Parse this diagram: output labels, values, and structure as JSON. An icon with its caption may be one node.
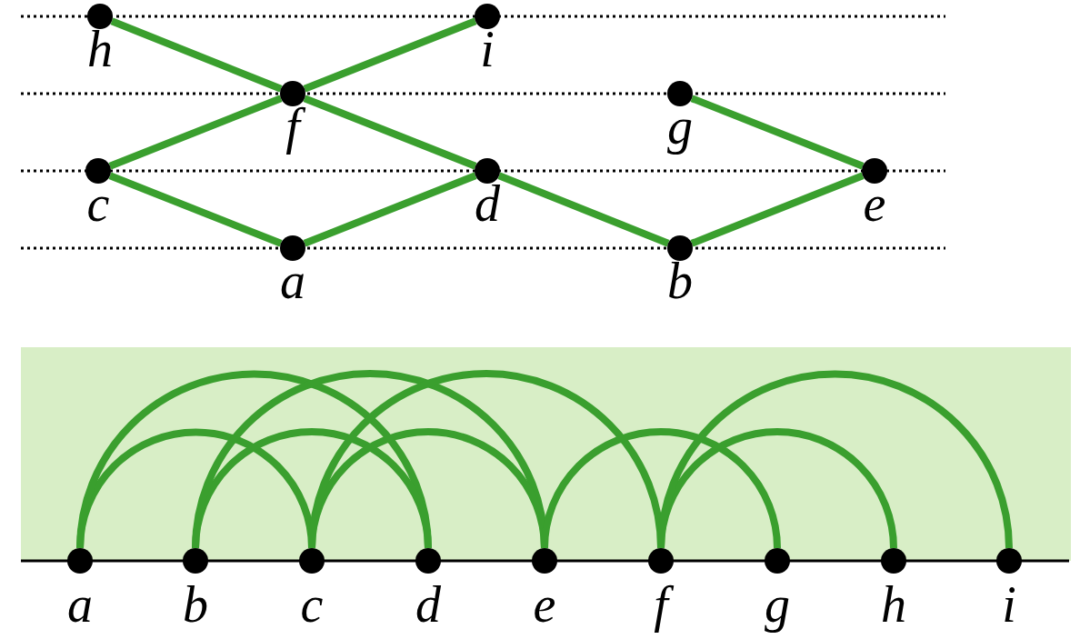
{
  "diagram": {
    "nodes": [
      {
        "text": [],
        "shape": "circle",
        "beside": [
          "h"
        ]
      },
      {
        "text": [],
        "shape": "circle",
        "beside": [
          "i"
        ]
      },
      {
        "text": [],
        "shape": "circle",
        "beside": [
          "f"
        ]
      },
      {
        "text": [],
        "shape": "circle",
        "beside": [
          "g"
        ]
      },
      {
        "text": [],
        "shape": "circle",
        "beside": [
          "c"
        ]
      },
      {
        "text": [],
        "shape": "circle",
        "beside": [
          "d"
        ]
      },
      {
        "text": [],
        "shape": "circle",
        "beside": [
          "e"
        ]
      },
      {
        "text": [],
        "shape": "circle",
        "beside": [
          "a"
        ]
      },
      {
        "text": [],
        "shape": "circle",
        "beside": [
          "b"
        ]
      },
      {
        "text": [],
        "shape": "circle",
        "beside": [
          "a"
        ]
      },
      {
        "text": [],
        "shape": "circle",
        "beside": [
          "b"
        ]
      },
      {
        "text": [],
        "shape": "circle",
        "beside": [
          "c"
        ]
      },
      {
        "text": [],
        "shape": "circle",
        "beside": [
          "d"
        ]
      },
      {
        "text": [],
        "shape": "circle",
        "beside": [
          "e"
        ]
      },
      {
        "text": [],
        "shape": "circle",
        "beside": [
          "f"
        ]
      },
      {
        "text": [],
        "shape": "circle",
        "beside": [
          "g"
        ]
      },
      {
        "text": [],
        "shape": "circle",
        "beside": [
          "h"
        ]
      },
      {
        "text": [],
        "shape": "circle",
        "beside": [
          "i"
        ]
      }
    ],
    "edges": [
      {
        "from": 0,
        "to": 2,
        "arrow": "none"
      },
      {
        "from": 2,
        "to": 1,
        "arrow": "none"
      },
      {
        "from": 4,
        "to": 2,
        "arrow": "none"
      },
      {
        "from": 2,
        "to": 5,
        "arrow": "none"
      },
      {
        "from": 4,
        "to": 7,
        "arrow": "none"
      },
      {
        "from": 7,
        "to": 5,
        "arrow": "none"
      },
      {
        "from": 5,
        "to": 8,
        "arrow": "none"
      },
      {
        "from": 8,
        "to": 6,
        "arrow": "none"
      },
      {
        "from": 3,
        "to": 6,
        "arrow": "none"
      },
      {
        "from": 9,
        "to": 11,
        "arrow": "none"
      },
      {
        "from": 9,
        "to": 12,
        "arrow": "none"
      },
      {
        "from": 10,
        "to": 12,
        "arrow": "none"
      },
      {
        "from": 10,
        "to": 13,
        "arrow": "none"
      },
      {
        "from": 11,
        "to": 13,
        "arrow": "none"
      },
      {
        "from": 11,
        "to": 14,
        "arrow": "none"
      },
      {
        "from": 13,
        "to": 15,
        "arrow": "none"
      },
      {
        "from": 14,
        "to": 16,
        "arrow": "none"
      },
      {
        "from": 14,
        "to": 17,
        "arrow": "none"
      }
    ]
  }
}
